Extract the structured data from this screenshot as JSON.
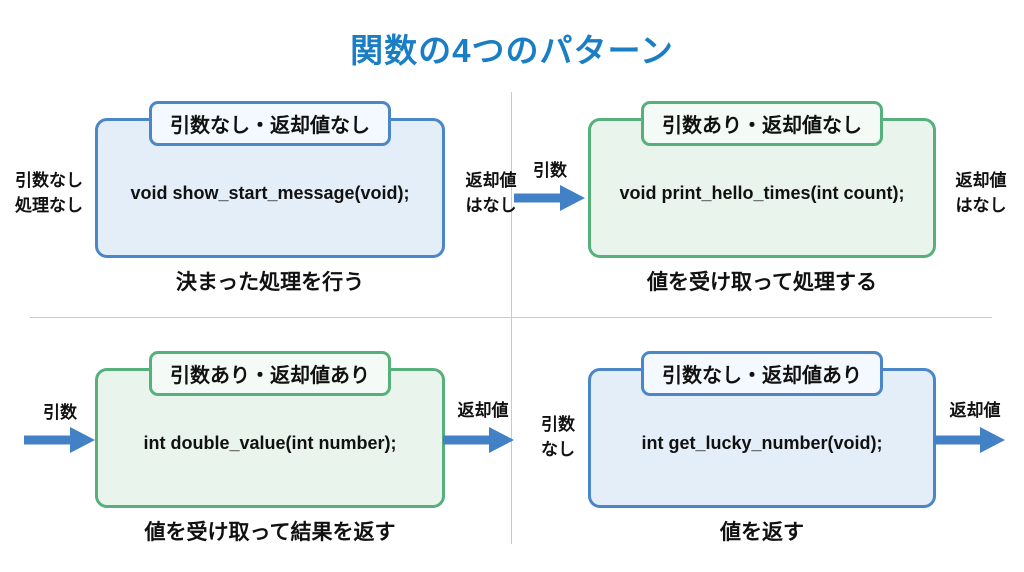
{
  "title": "関数の4つのパターン",
  "colors": {
    "title": "#1a7ec5",
    "arrow": "#4381c7",
    "blue_border": "#4a86c8",
    "blue_fill": "#e4eef9",
    "green_border": "#55b07c",
    "green_fill": "#e9f5ec",
    "divider": "#c9c9c9"
  },
  "quadrants": [
    {
      "pill": "引数なし・返却値なし",
      "code": "void show_start_message(void);",
      "left_label": "引数なし\n処理なし",
      "right_label": "返却値\nはなし",
      "caption": "決まった処理を行う"
    },
    {
      "pill": "引数あり・返却値なし",
      "code": "void print_hello_times(int count);",
      "left_label": "引数",
      "right_label": "返却値\nはなし",
      "caption": "値を受け取って処理する"
    },
    {
      "pill": "引数あり・返却値あり",
      "code": "int double_value(int number);",
      "left_label": "引数",
      "right_label": "返却値",
      "caption": "値を受け取って結果を返す"
    },
    {
      "pill": "引数なし・返却値あり",
      "code": "int get_lucky_number(void);",
      "left_label": "引数\nなし",
      "right_label": "返却値",
      "caption": "値を返す"
    }
  ]
}
